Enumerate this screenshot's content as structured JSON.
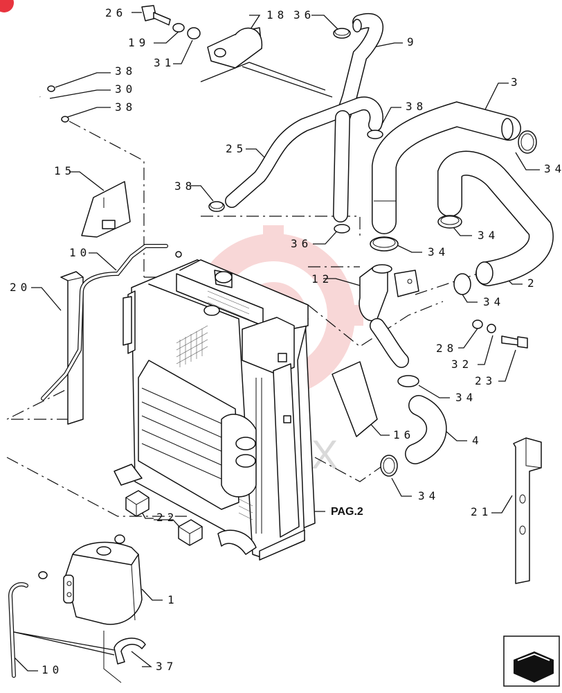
{
  "labels": {
    "l26": "26",
    "l19": "19",
    "l31": "31",
    "l18": "18",
    "l36a": "36",
    "l9": "9",
    "l38a": "38",
    "l30": "30",
    "l38b": "38",
    "l3": "3",
    "l38c": "38",
    "l25": "25",
    "l34a": "34",
    "l15": "15",
    "l38d": "38",
    "l34b": "34",
    "l36b": "36",
    "l34c": "34",
    "l10a": "10",
    "l12": "12",
    "l2": "2",
    "l20": "20",
    "l34d": "34",
    "l28": "28",
    "l32": "32",
    "l23": "23",
    "l34e": "34",
    "l16": "16",
    "l4": "4",
    "l34f": "34",
    "l21": "21",
    "l22": "22",
    "l1": "1",
    "l10b": "10",
    "l37": "37"
  },
  "reference": "PAG.2",
  "watermark": "IAMEX",
  "colors": {
    "line": "#111111",
    "logo": "#f6c9c9",
    "watermark": "#d9d9d9",
    "badge": "#e8343e"
  }
}
